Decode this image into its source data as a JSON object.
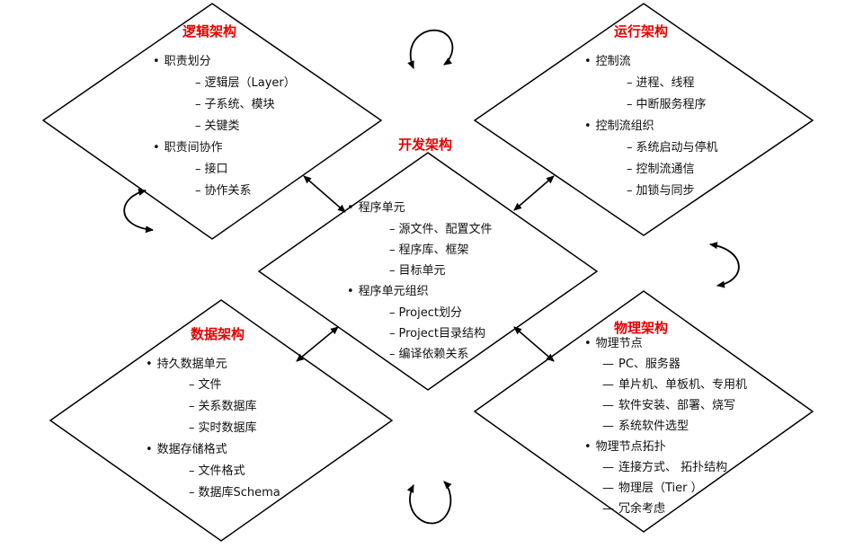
{
  "colors": {
    "title": "#e60000",
    "line": "#000000",
    "text": "#111111"
  },
  "logical": {
    "title": "逻辑架构",
    "items": [
      "职责划分",
      "逻辑层（Layer）",
      "子系统、模块",
      "关键类",
      "职责间协作",
      "接口",
      "协作关系"
    ]
  },
  "runtime": {
    "title": "运行架构",
    "items": [
      "控制流",
      "进程、线程",
      "中断服务程序",
      "控制流组织",
      "系统启动与停机",
      "控制流通信",
      "加锁与同步"
    ]
  },
  "development": {
    "title": "开发架构",
    "items": [
      "程序单元",
      "源文件、配置文件",
      "程序库、框架",
      "目标单元",
      "程序单元组织",
      "Project划分",
      "Project目录结构",
      "编译依赖关系"
    ]
  },
  "data_arch": {
    "title": "数据架构",
    "items": [
      "持久数据单元",
      "文件",
      "关系数据库",
      "实时数据库",
      "数据存储格式",
      "文件格式",
      "数据库Schema"
    ]
  },
  "physical": {
    "title": "物理架构",
    "items": [
      "物理节点",
      "PC、服务器",
      "单片机、单板机、专用机",
      "软件安装、部署、烧写",
      "系统软件选型",
      "物理节点拓扑",
      "连接方式、 拓扑结构",
      "物理层（Tier ）",
      "冗余考虑"
    ]
  }
}
